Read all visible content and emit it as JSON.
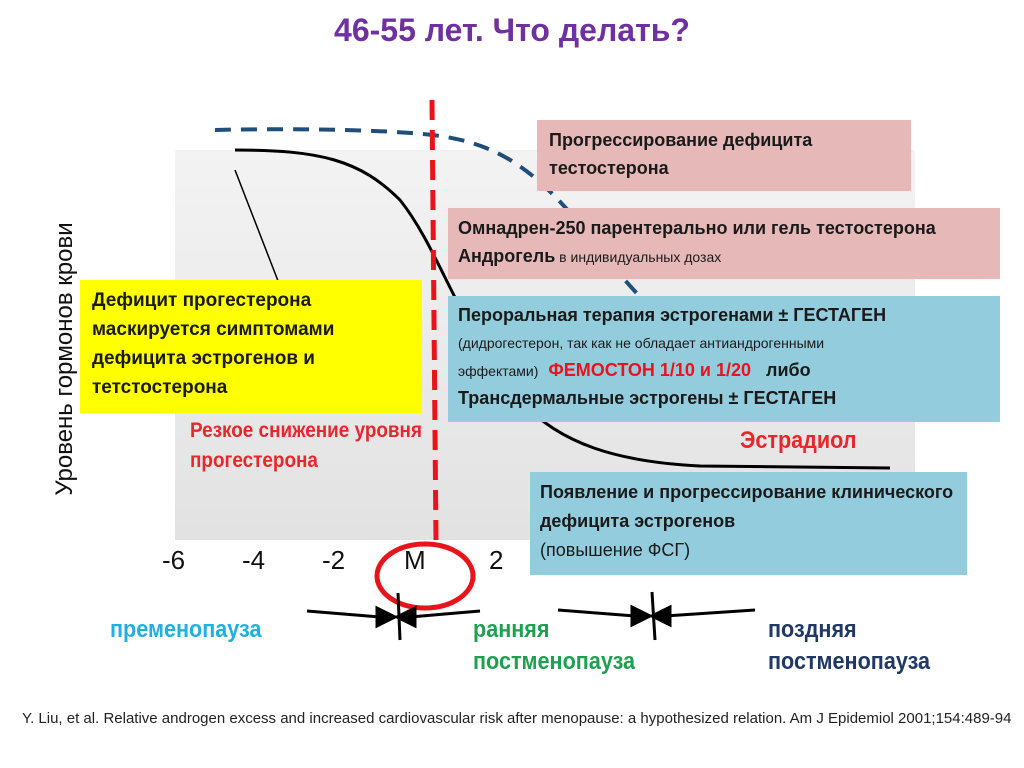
{
  "title": "46-55 лет. Что делать?",
  "y_axis_label": "Уровень гормонов крови",
  "x_ticks": [
    "-6",
    "-4",
    "-2",
    "М",
    "2"
  ],
  "boxes": {
    "testosterone_deficit": "Прогрессирование  дефицита тестостерона",
    "omnadren_main": "Омнадрен-250  парентерально или гель тестостерона Андрогель",
    "omnadren_small": " в индивидуальных  дозах",
    "progesterone": "Дефицит прогестерона маскируется симптомами дефицита эстрогенов и тетстостерона",
    "oral_line1": "Пероральная  терапия эстрогенами ± ГЕСТАГЕН",
    "oral_line2": "(дидрогестерон, так как не обладает антиандрогенными эффектами)",
    "oral_femoston": "ФЕМОСТОН  1/10 и 1/20",
    "oral_or": "либо",
    "oral_line4": "Трансдермальные эстрогены ± ГЕСТАГЕН",
    "estrogen_main": "Появление и  прогрессирование клинического  дефицита эстрогенов",
    "estrogen_sub": "(повышение ФСГ)"
  },
  "labels": {
    "progesterone_drop": "Резкое снижение уровня прогестерона",
    "estradiol": "Эстрадиол"
  },
  "phases": {
    "premenopause": "пременопауза",
    "early_post": "ранняя постменопауза",
    "late_post": "поздняя постменопауза"
  },
  "colors": {
    "title": "#7030a0",
    "premenopause": "#1fb0e0",
    "early_post": "#1fa050",
    "late_post": "#1f3864"
  },
  "citation": "Y. Liu, et al. Relative androgen excess and increased cardiovascular risk after menopause: a hypothesized relation.  Am J Epidemiol 2001;154:489-94"
}
